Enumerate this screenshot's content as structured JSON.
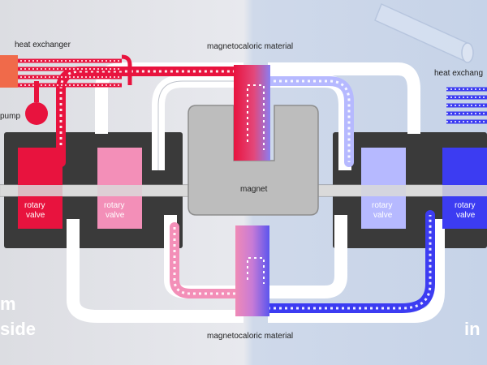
{
  "labels": {
    "mc_top": "magnetocaloric material",
    "mc_bottom": "magnetocaloric material",
    "hx_left": "heat exchanger",
    "hx_right": "heat exchang",
    "pump_left": "pump",
    "magnet": "magnet",
    "valve_1a": "rotary",
    "valve_1b": "valve",
    "valve_2a": "rotary",
    "valve_2b": "valve",
    "valve_3a": "rotary",
    "valve_3b": "valve",
    "valve_4a": "rotary",
    "valve_4b": "valve",
    "left_text_1": "m",
    "left_text_2": "side",
    "right_text": "in"
  },
  "colors": {
    "hot_red": "#e8133e",
    "warm_pink": "#f38fb8",
    "cool_lavender": "#b6b9ff",
    "cold_blue": "#3c3cf2",
    "housing": "#3a3a3a",
    "magnet_gray": "#bdbdbd",
    "pipe_white": "#ffffff"
  }
}
